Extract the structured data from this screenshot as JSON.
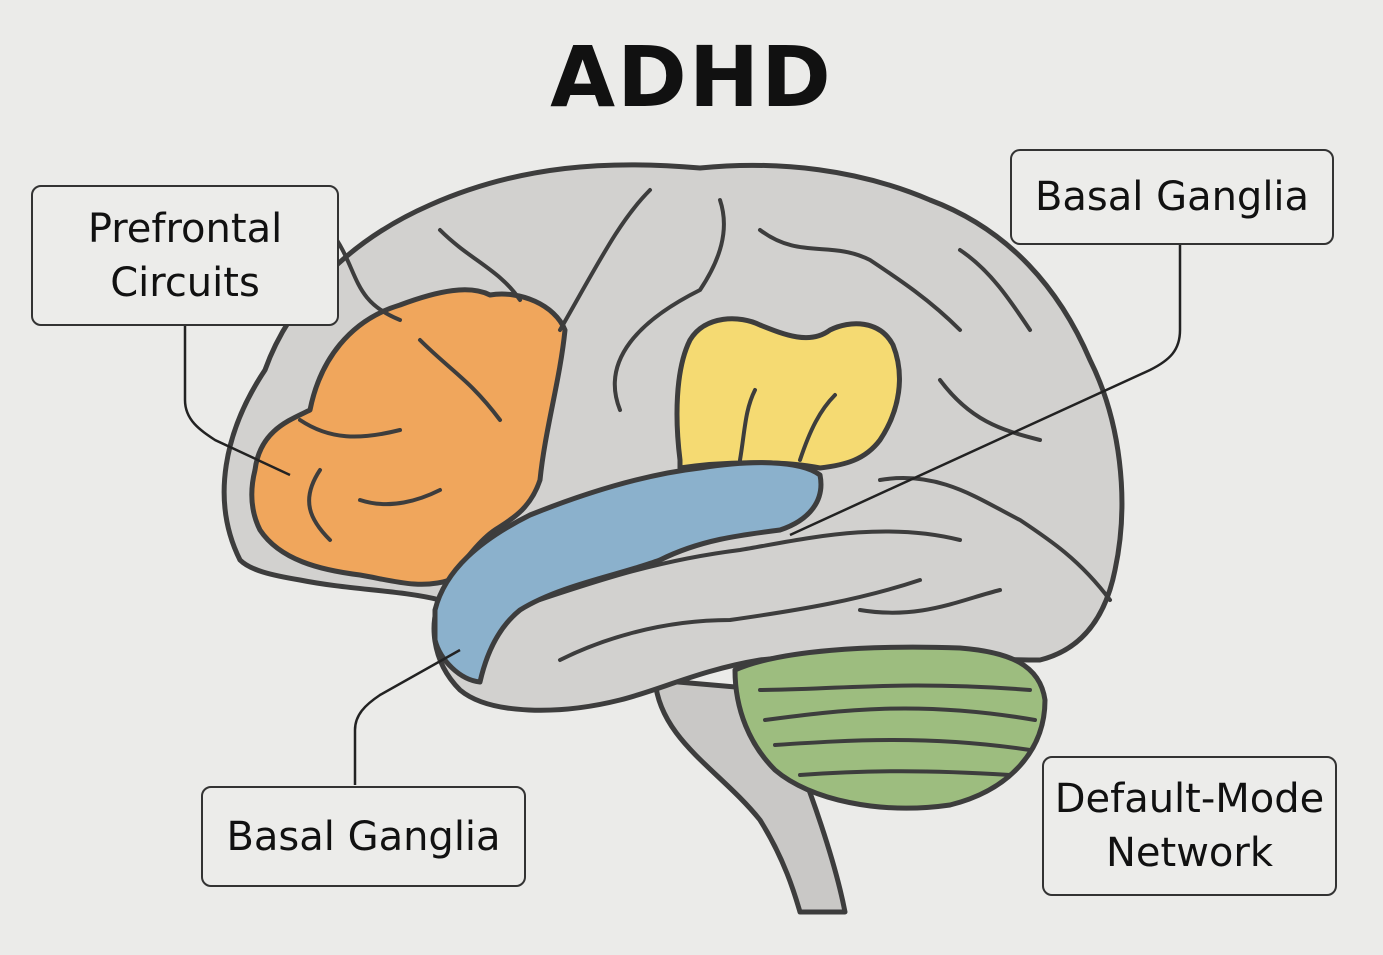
{
  "title": "ADHD",
  "labels": {
    "prefrontal": "Prefrontal\nCircuits",
    "basal_top": "Basal Ganglia",
    "basal_bottom": "Basal Ganglia",
    "default_mode": "Default-Mode\nNetwork"
  },
  "colors": {
    "background": "#ebebe9",
    "brain": "#d2d1cf",
    "outline": "#3d3d3d",
    "prefrontal": "#f0a65c",
    "parietal": "#f5da72",
    "temporal": "#8bb1cc",
    "cerebellum": "#9dbd7f"
  }
}
